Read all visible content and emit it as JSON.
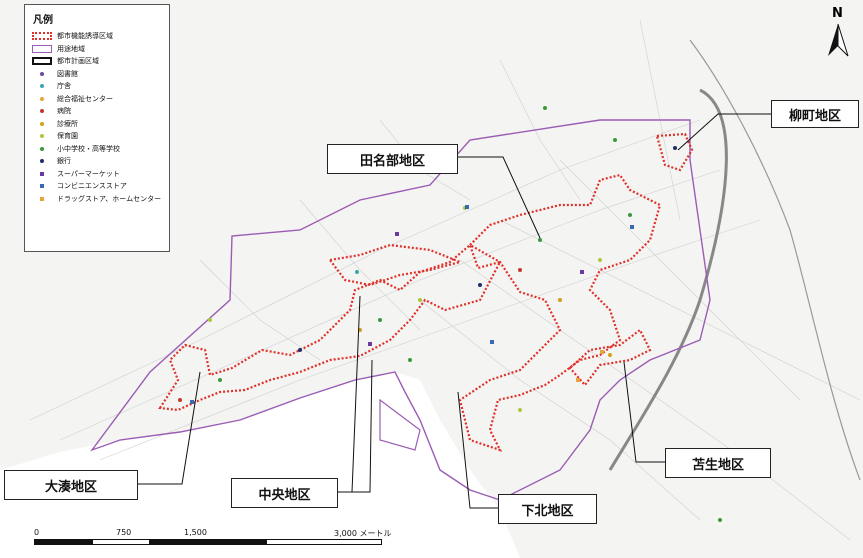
{
  "legend": {
    "title": "凡例",
    "items": [
      {
        "label": "都市機能誘導区域",
        "symbol": "red-dotted-box"
      },
      {
        "label": "用途地域",
        "symbol": "purple-box"
      },
      {
        "label": "都市計画区域",
        "symbol": "black-box"
      },
      {
        "label": "図書館",
        "symbol": "dot",
        "color": "#6a4aa0"
      },
      {
        "label": "庁舎",
        "symbol": "dot",
        "color": "#3aa6b4"
      },
      {
        "label": "総合福祉センター",
        "symbol": "dot",
        "color": "#e6a43a"
      },
      {
        "label": "病院",
        "symbol": "dot",
        "color": "#c0392b"
      },
      {
        "label": "診療所",
        "symbol": "dot",
        "color": "#d4a017"
      },
      {
        "label": "保育園",
        "symbol": "dot",
        "color": "#a8c83c"
      },
      {
        "label": "小中学校・高等学校",
        "symbol": "dot",
        "color": "#3a9a3a"
      },
      {
        "label": "銀行",
        "symbol": "dot",
        "color": "#1f2f6e"
      },
      {
        "label": "スーパーマーケット",
        "symbol": "square",
        "color": "#6a3aa0"
      },
      {
        "label": "コンビニエンスストア",
        "symbol": "square",
        "color": "#3a6ab4"
      },
      {
        "label": "ドラッグストア、ホームセンター",
        "symbol": "square",
        "color": "#e6a43a"
      }
    ]
  },
  "districts": {
    "yanagimachi": "柳町地区",
    "tanabu": "田名部地区",
    "ominato": "大湊地区",
    "chuo": "中央地区",
    "shimokita": "下北地区",
    "tomabu": "苫生地区"
  },
  "north_label": "N",
  "scale": {
    "ticks": [
      "0",
      "750",
      "1,500",
      "3,000 メートル"
    ]
  },
  "colors": {
    "induction_zone": "#e0302a",
    "use_zone": "#9a5cb4",
    "planning_area": "#111111"
  }
}
